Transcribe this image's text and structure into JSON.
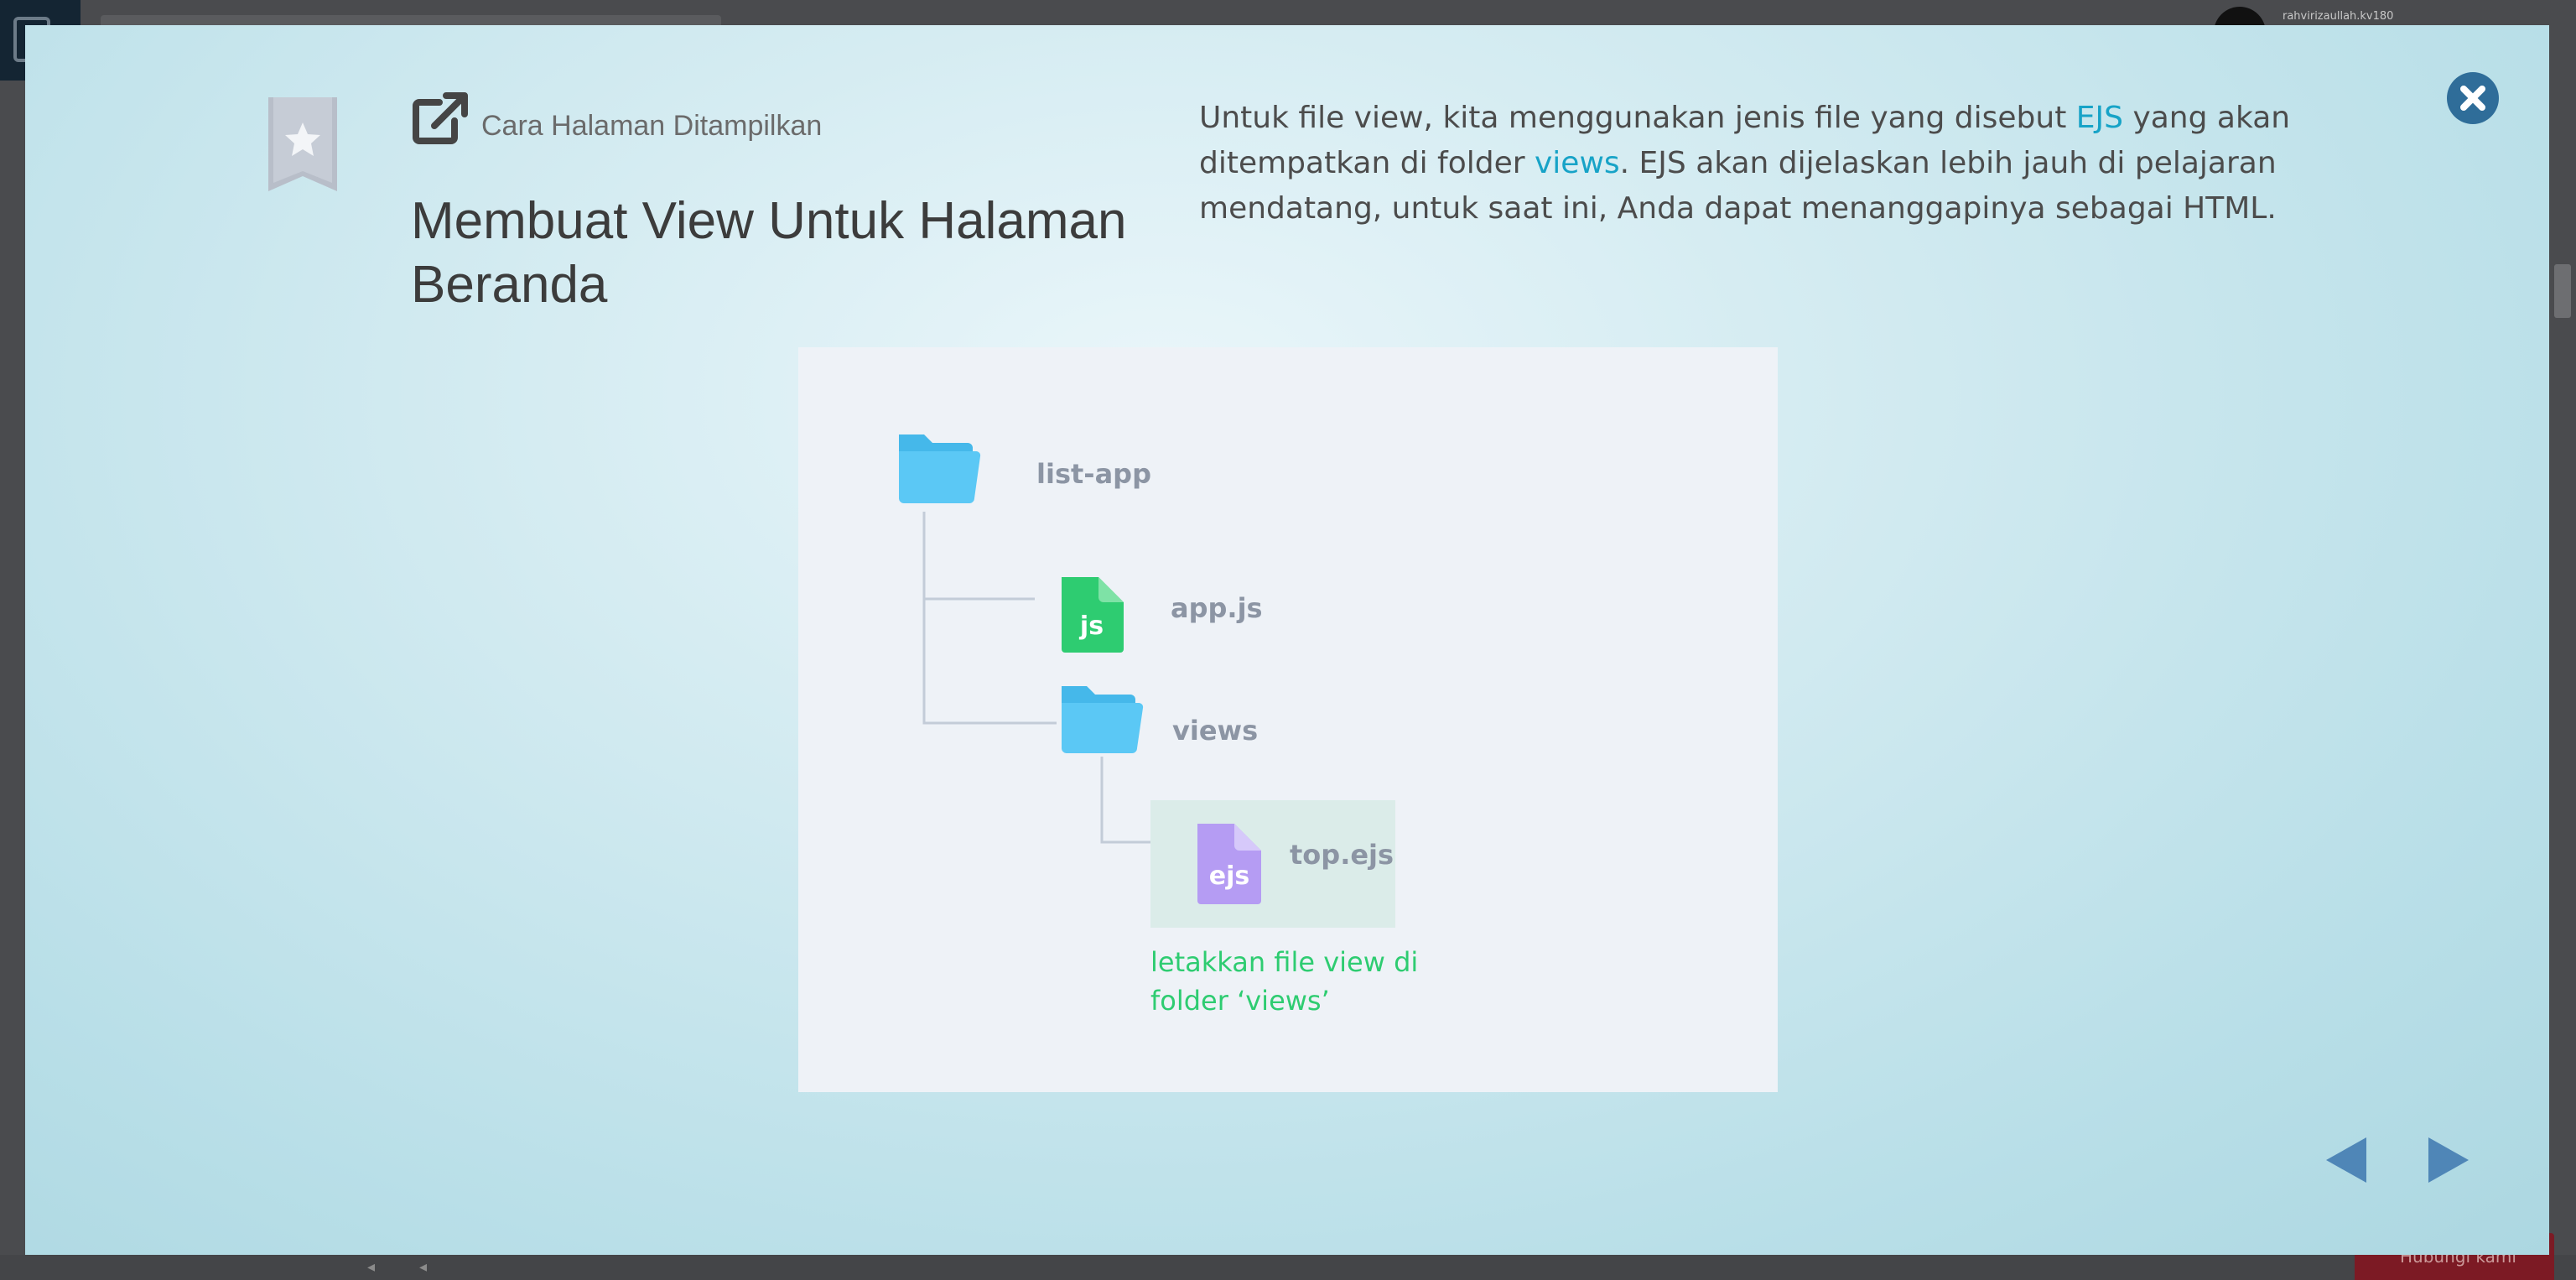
{
  "background": {
    "user_label": "rahvirizaullah.kv180",
    "feedback_label": "Hubungi kami"
  },
  "slide": {
    "subtitle": "Cara Halaman Ditampilkan",
    "title": "Membuat View Untuk Halaman Beranda",
    "description": {
      "part1": "Untuk file view, kita menggunakan jenis file yang disebut ",
      "link1": "EJS",
      "part2": " yang akan ditempatkan di folder ",
      "link2": "views",
      "part3": ". EJS akan dijelaskan lebih jauh di pelajaran mendatang, untuk saat ini, Anda dapat menanggapinya sebagai HTML."
    }
  },
  "diagram": {
    "root_folder": "list-app",
    "file_app": "app.js",
    "file_app_icon": "js",
    "folder_views": "views",
    "file_top": "top.ejs",
    "file_top_icon": "ejs",
    "note_line1": "letakkan file view di",
    "note_line2": "folder ‘views’"
  },
  "colors": {
    "folder": "#5bc8f5",
    "js_file": "#2ecc71",
    "ejs_file": "#b59cf3",
    "link": "#17a3c7",
    "note": "#2ecc71",
    "nav_arrow": "#4f86b7",
    "close_button": "#2f6d99"
  },
  "icons": {
    "bookmark": "bookmark-star-icon",
    "external": "external-link-icon",
    "close": "close-circle-icon",
    "prev": "triangle-left-icon",
    "next": "triangle-right-icon"
  }
}
